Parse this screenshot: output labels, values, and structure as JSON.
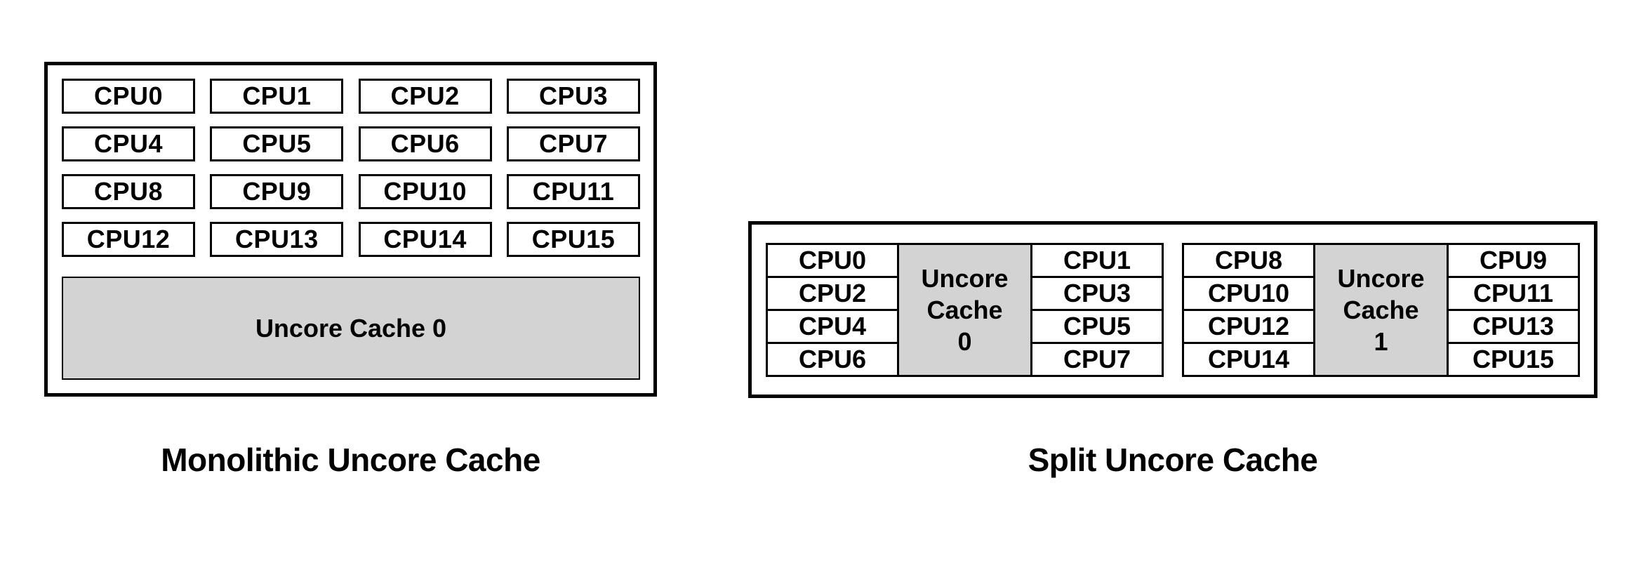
{
  "figures": {
    "monolithic": {
      "caption": "Monolithic Uncore Cache",
      "cpus": [
        "CPU0",
        "CPU1",
        "CPU2",
        "CPU3",
        "CPU4",
        "CPU5",
        "CPU6",
        "CPU7",
        "CPU8",
        "CPU9",
        "CPU10",
        "CPU11",
        "CPU12",
        "CPU13",
        "CPU14",
        "CPU15"
      ],
      "uncore_label": "Uncore Cache 0"
    },
    "split": {
      "caption": "Split Uncore Cache",
      "groups": [
        {
          "left_cpus": [
            "CPU0",
            "CPU2",
            "CPU4",
            "CPU6"
          ],
          "uncore_label": "Uncore\nCache\n0",
          "right_cpus": [
            "CPU1",
            "CPU3",
            "CPU5",
            "CPU7"
          ]
        },
        {
          "left_cpus": [
            "CPU8",
            "CPU10",
            "CPU12",
            "CPU14"
          ],
          "uncore_label": "Uncore\nCache\n1",
          "right_cpus": [
            "CPU9",
            "CPU11",
            "CPU13",
            "CPU15"
          ]
        }
      ]
    }
  },
  "colors": {
    "cache_fill": "#d3d3d3",
    "border": "#000000",
    "background": "#ffffff"
  }
}
